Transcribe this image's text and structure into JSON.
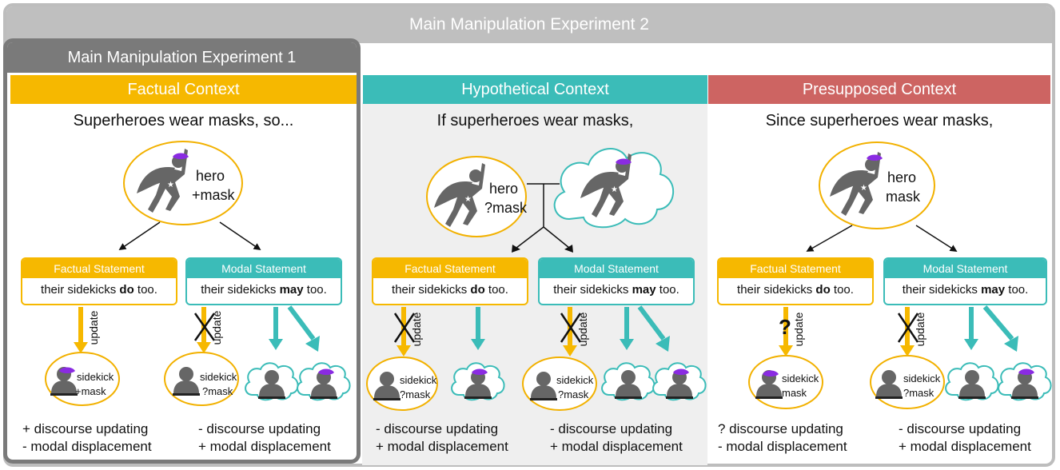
{
  "header": {
    "title": "Main Manipulation Experiment 2",
    "exp1_title": "Main Manipulation Experiment 1"
  },
  "colors": {
    "factual": "#f6b800",
    "hypothetical": "#3bbcb8",
    "presupposed": "#cd6462",
    "icon": "#666666",
    "mask": "#8a2be2",
    "circle": "#f2b100"
  },
  "panels": [
    {
      "heading": "Factual Context",
      "sentence": "Superheroes wear masks, so...",
      "hero_label_1": "hero",
      "hero_label_2": "+mask",
      "factual_statement": {
        "title": "Factual Statement",
        "text_pre": "their sidekicks ",
        "text_bold": "do",
        "text_post": " too."
      },
      "modal_statement": {
        "title": "Modal Statement",
        "text_pre": "their sidekicks ",
        "text_bold": "may",
        "text_post": " too."
      },
      "update_label": "update",
      "sidekick_left_1": "sidekick",
      "sidekick_left_2": "+mask",
      "sidekick_right_1": "sidekick",
      "sidekick_right_2": "?mask",
      "outcome_left_1": "+ discourse updating",
      "outcome_left_2": "- modal displacement",
      "outcome_right_1": "- discourse updating",
      "outcome_right_2": "+ modal displacement"
    },
    {
      "heading": "Hypothetical Context",
      "sentence": "If superheroes wear masks,",
      "hero_label_1": "hero",
      "hero_label_2": "?mask",
      "factual_statement": {
        "title": "Factual Statement",
        "text_pre": "their sidekicks ",
        "text_bold": "do",
        "text_post": " too."
      },
      "modal_statement": {
        "title": "Modal Statement",
        "text_pre": "their sidekicks ",
        "text_bold": "may",
        "text_post": " too."
      },
      "update_label": "update",
      "sidekick_left_1": "sidekick",
      "sidekick_left_2": "?mask",
      "sidekick_right_1": "sidekick",
      "sidekick_right_2": "?mask",
      "outcome_left_1": "- discourse updating",
      "outcome_left_2": "+ modal displacement",
      "outcome_right_1": "- discourse updating",
      "outcome_right_2": "+ modal displacement"
    },
    {
      "heading": "Presupposed Context",
      "sentence": "Since superheroes wear masks,",
      "hero_label_1": "hero",
      "hero_label_2": "mask",
      "factual_statement": {
        "title": "Factual Statement",
        "text_pre": "their sidekicks ",
        "text_bold": "do",
        "text_post": " too."
      },
      "modal_statement": {
        "title": "Modal Statement",
        "text_pre": "their sidekicks ",
        "text_bold": "may",
        "text_post": " too."
      },
      "update_label": "update",
      "question_mark": "?",
      "sidekick_left_1": "sidekick",
      "sidekick_left_2": "mask",
      "sidekick_right_1": "sidekick",
      "sidekick_right_2": "?mask",
      "outcome_left_1": "? discourse updating",
      "outcome_left_2": "- modal displacement",
      "outcome_right_1": "- discourse updating",
      "outcome_right_2": "+ modal displacement"
    }
  ]
}
